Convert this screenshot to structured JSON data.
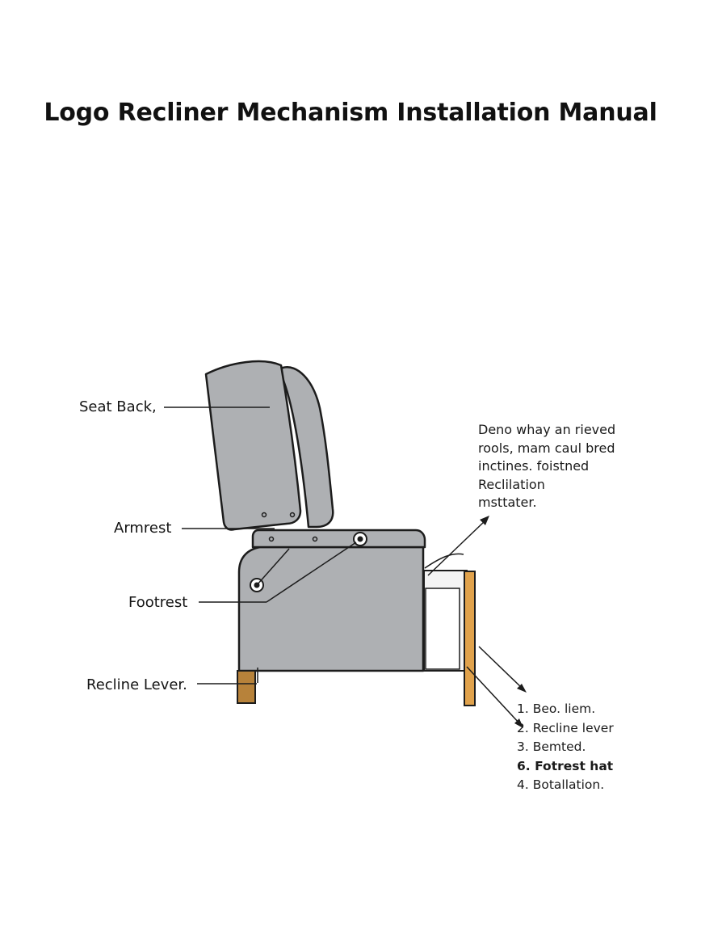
{
  "document": {
    "title": "Logo Recliner Mechanism Installation Manual"
  },
  "callouts": {
    "seat_back": "Seat Back,",
    "armrest": "Armrest",
    "footrest": "Footrest",
    "recline_lever": "Recline Lever."
  },
  "note": {
    "lines": [
      "Deno whay an rieved",
      "rools, mam caul bred",
      "inctines. foistned",
      "Reclilation",
      "msttater."
    ]
  },
  "steps": [
    {
      "num": "1.",
      "text": "Beo. liem."
    },
    {
      "num": "2.",
      "text": "Recline lever"
    },
    {
      "num": "3.",
      "text": "Bemted."
    },
    {
      "num": "6.",
      "text": "Fotrest hat"
    },
    {
      "num": "4.",
      "text": "Botallation."
    }
  ],
  "colors": {
    "upholstery": "#aeb0b3",
    "outline": "#1c1c1c",
    "wood": "#b7823a",
    "wood_light": "#e0a24c",
    "panel": "#f4f4f4"
  }
}
